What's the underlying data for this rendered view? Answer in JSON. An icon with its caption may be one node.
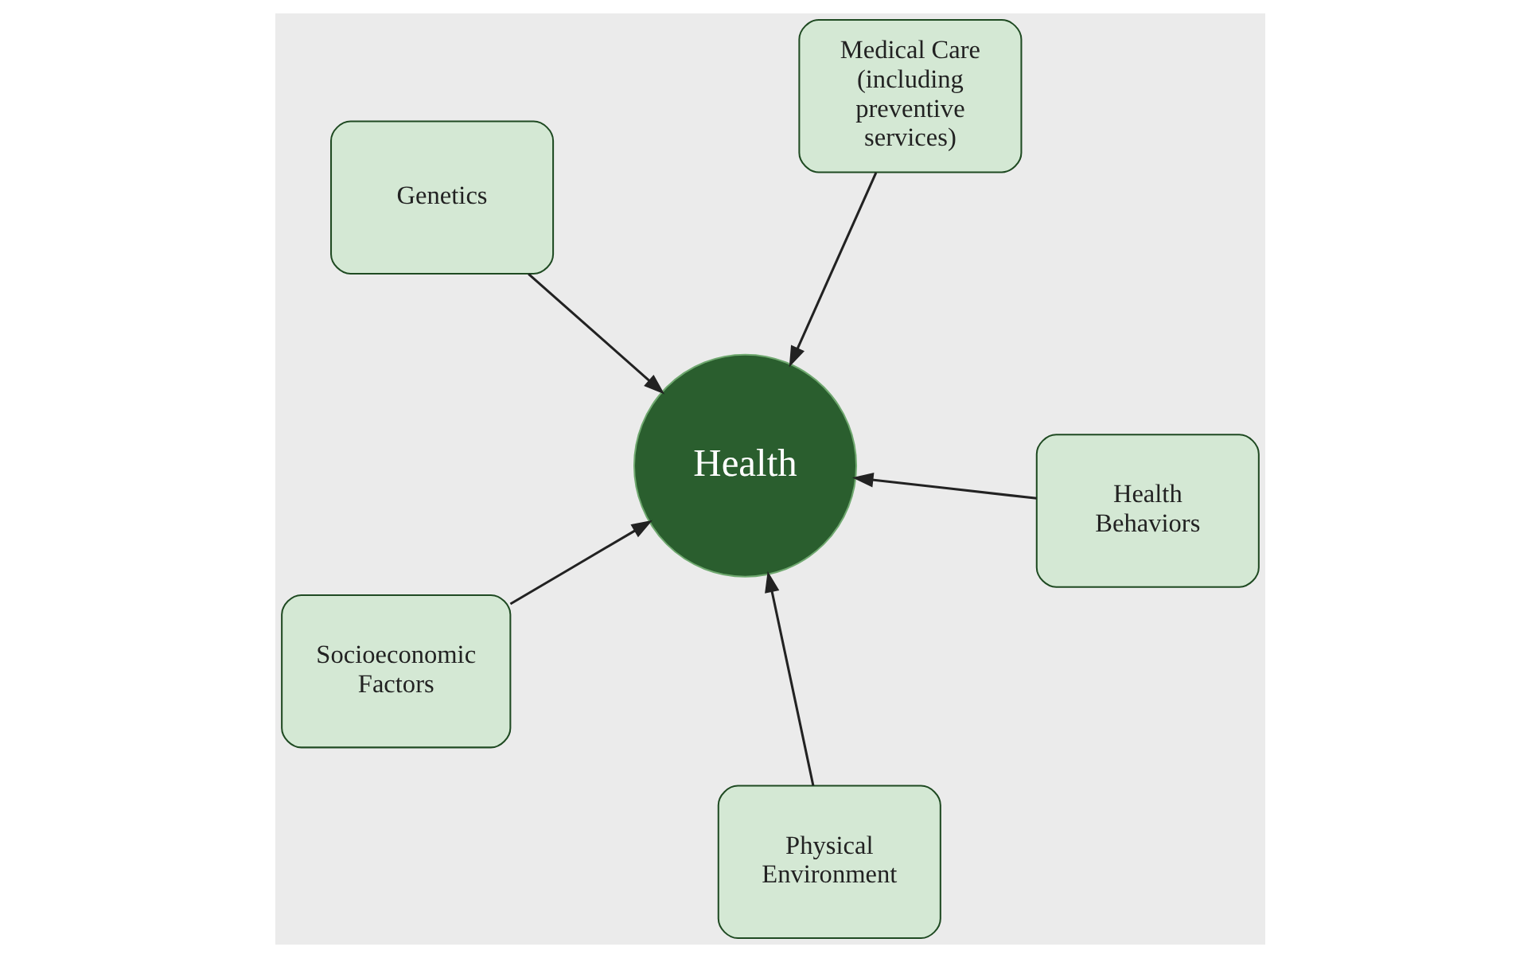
{
  "diagram": {
    "nodes": [
      {
        "text": [
          "Genetics"
        ]
      },
      {
        "text": [
          "Health Behaviors"
        ]
      },
      {
        "text": [
          "Physical Environment"
        ]
      },
      {
        "text": [
          "Health"
        ]
      },
      {
        "text": [
          "Medical Care (including preventive services)"
        ]
      },
      {
        "text": [
          "Socioeconomic Factors"
        ]
      }
    ],
    "edges": [
      {
        "from": 0,
        "to": 3,
        "arrow": "to"
      },
      {
        "from": 1,
        "to": 3,
        "arrow": "to"
      },
      {
        "from": 2,
        "to": 3,
        "arrow": "to"
      },
      {
        "from": 4,
        "to": 3,
        "arrow": "to"
      },
      {
        "from": 5,
        "to": 3,
        "arrow": "to"
      }
    ]
  }
}
